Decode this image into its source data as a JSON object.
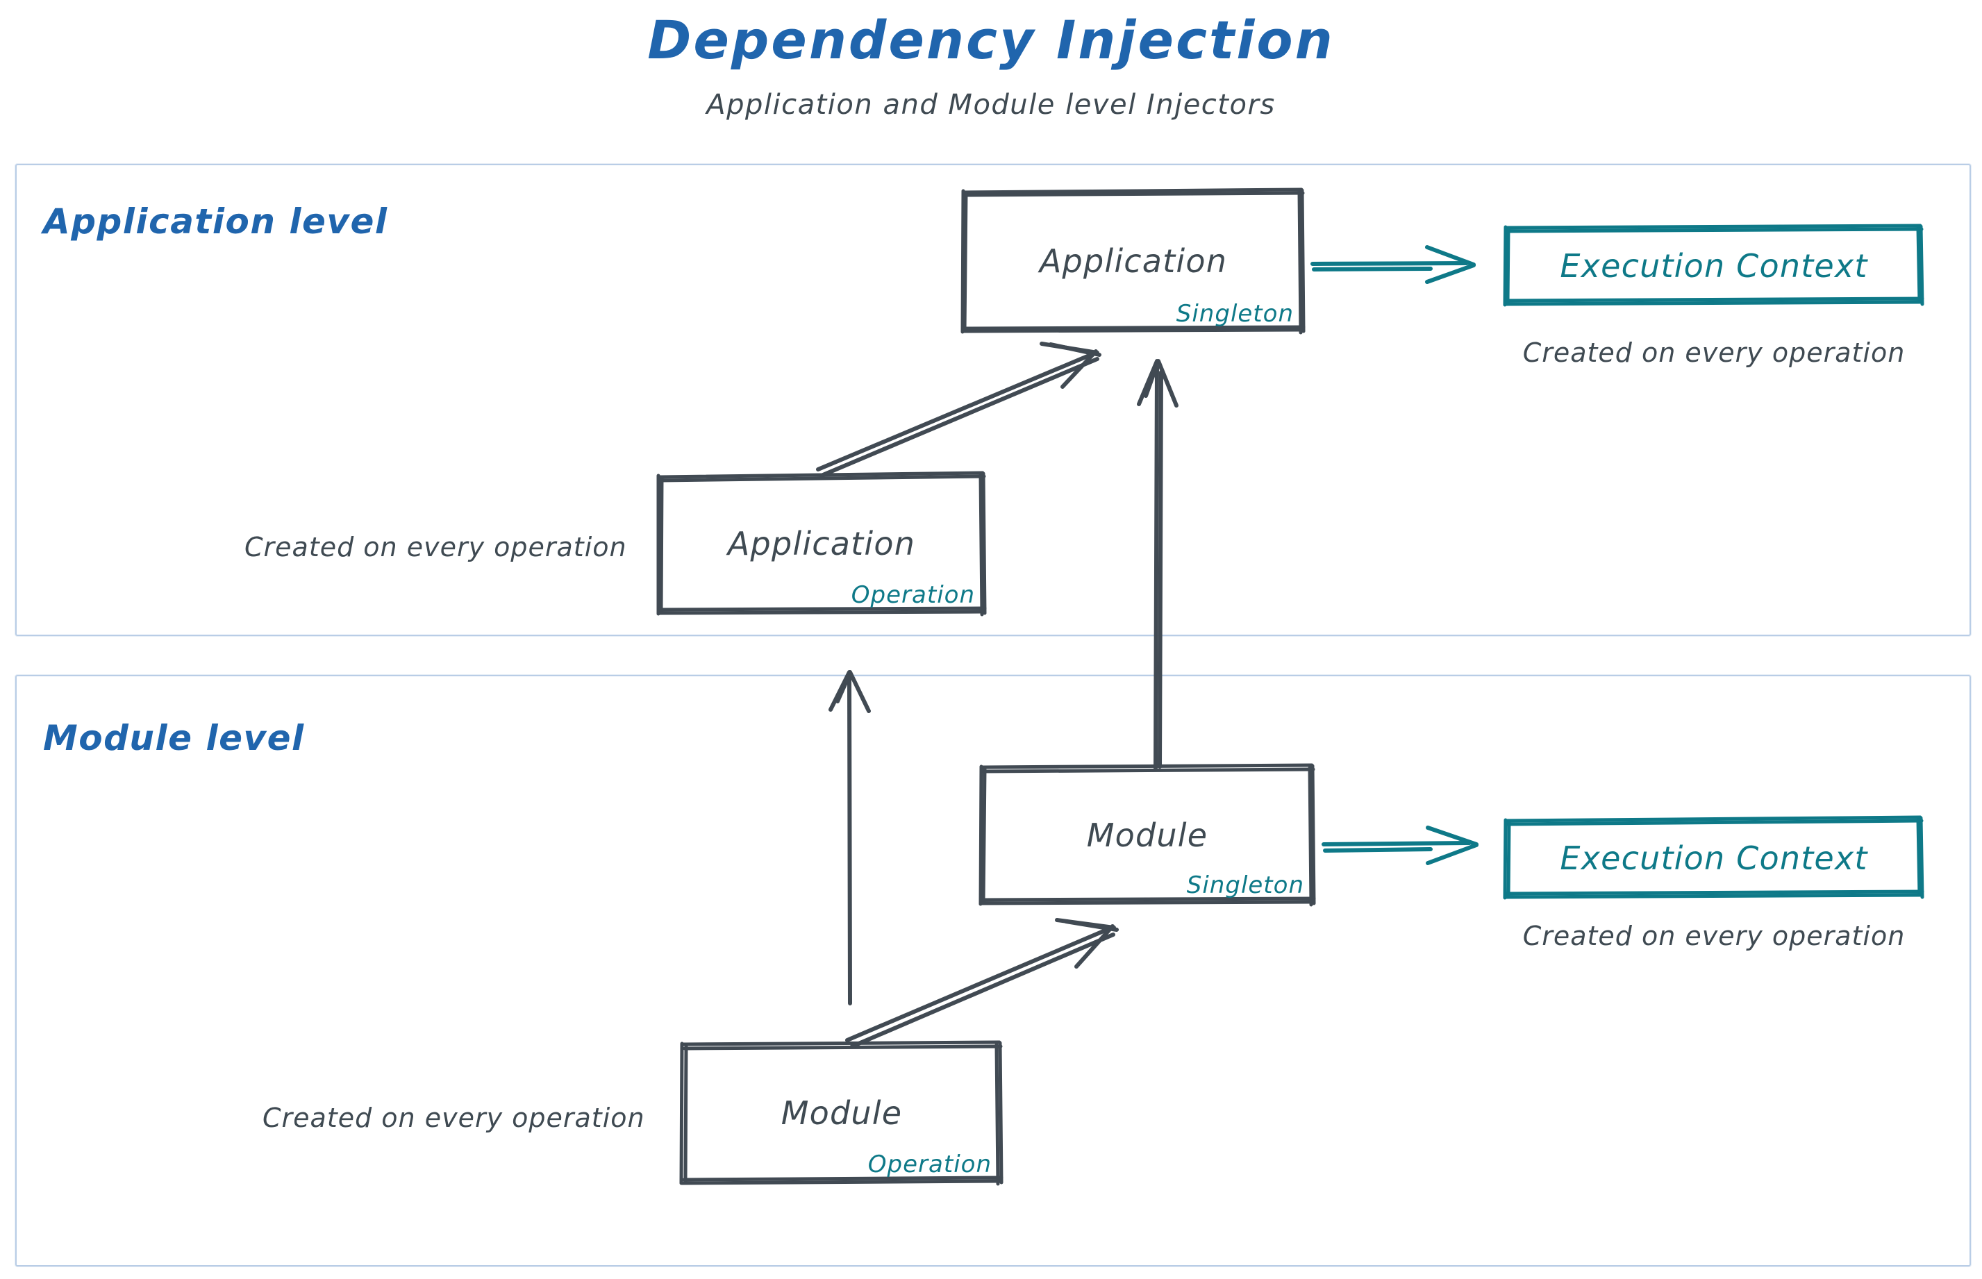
{
  "header": {
    "title": "Dependency Injection",
    "subtitle": "Application and Module level Injectors"
  },
  "colors": {
    "title_blue": "#2065ad",
    "level_border": "#b9cde6",
    "ink_gray": "#3f4a52",
    "accent_teal": "#0e7988",
    "background": "#ffffff"
  },
  "levels": [
    {
      "id": "application-level",
      "label": "Application level",
      "nodes": [
        {
          "id": "application-singleton",
          "label": "Application",
          "scope": "Singleton"
        },
        {
          "id": "application-operation",
          "label": "Application",
          "scope": "Operation"
        }
      ],
      "context": {
        "id": "application-execution-context",
        "label": "Execution Context"
      },
      "captions": [
        {
          "id": "application-context-caption",
          "text": "Created on every operation"
        },
        {
          "id": "application-operation-caption",
          "text": "Created on every operation"
        }
      ]
    },
    {
      "id": "module-level",
      "label": "Module level",
      "nodes": [
        {
          "id": "module-singleton",
          "label": "Module",
          "scope": "Singleton"
        },
        {
          "id": "module-operation",
          "label": "Module",
          "scope": "Operation"
        }
      ],
      "context": {
        "id": "module-execution-context",
        "label": "Execution Context"
      },
      "captions": [
        {
          "id": "module-context-caption",
          "text": "Created on every operation"
        },
        {
          "id": "module-operation-caption",
          "text": "Created on every operation"
        }
      ]
    }
  ],
  "connections": [
    {
      "id": "app-singleton-to-app-context",
      "from": "application-singleton",
      "to": "application-execution-context",
      "style": "teal-arrow"
    },
    {
      "id": "app-operation-to-app-singleton",
      "from": "application-operation",
      "to": "application-singleton",
      "style": "gray-arrow"
    },
    {
      "id": "module-singleton-to-app-singleton",
      "from": "module-singleton",
      "to": "application-singleton",
      "style": "gray-arrow"
    },
    {
      "id": "module-singleton-to-module-context",
      "from": "module-singleton",
      "to": "module-execution-context",
      "style": "teal-arrow"
    },
    {
      "id": "module-operation-to-module-singleton",
      "from": "module-operation",
      "to": "module-singleton",
      "style": "gray-arrow"
    },
    {
      "id": "module-operation-to-app-operation",
      "from": "module-operation",
      "to": "application-operation",
      "style": "gray-arrow"
    }
  ]
}
